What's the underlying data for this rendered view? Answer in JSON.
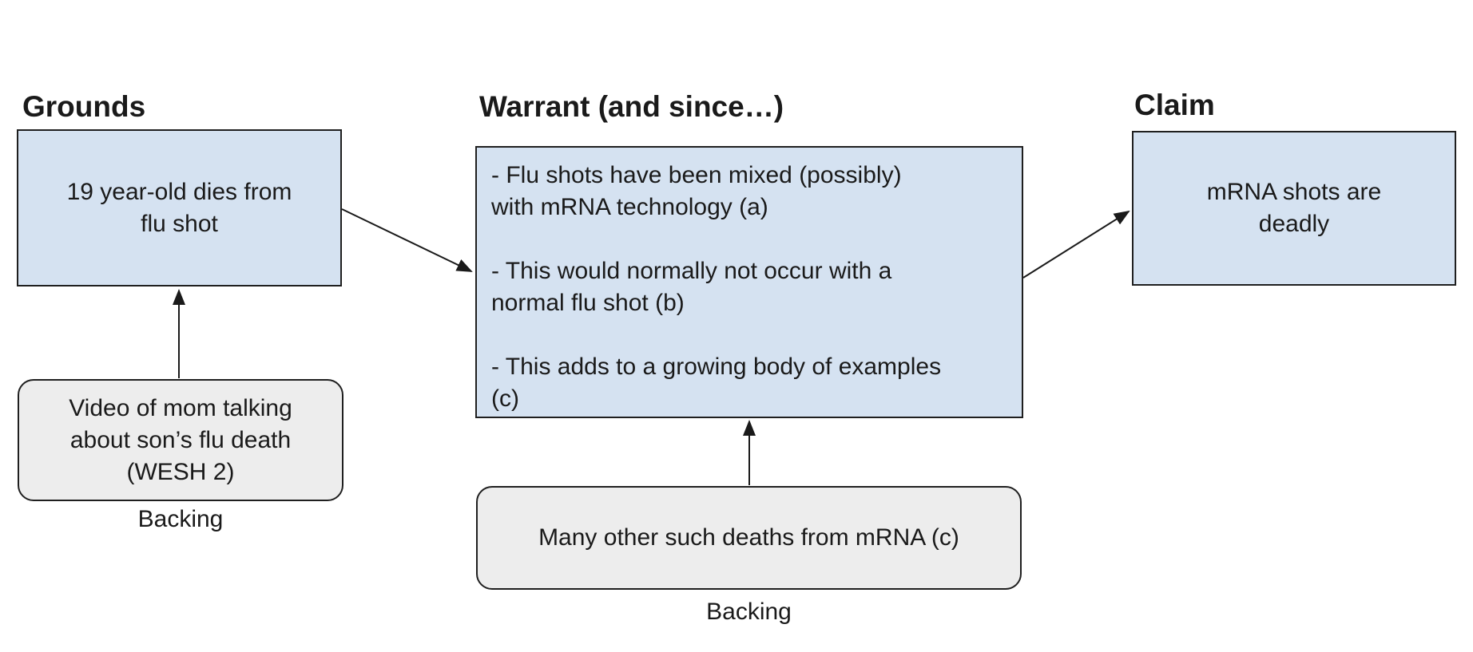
{
  "diagram": {
    "grounds": {
      "label": "Grounds",
      "text": "19 year-old dies from\nflu shot"
    },
    "warrant": {
      "label": "Warrant (and since…)",
      "text": "- Flu shots have been mixed (possibly)\nwith mRNA technology (a)\n\n- This would normally not occur with a\nnormal flu shot (b)\n\n- This adds to a growing body of examples\n(c)"
    },
    "claim": {
      "label": "Claim",
      "text": "mRNA shots are\ndeadly"
    },
    "backing_grounds": {
      "text": "Video of mom talking\nabout son’s flu death\n(WESH 2)",
      "caption": "Backing"
    },
    "backing_warrant": {
      "text": "Many other such deaths from mRNA (c)",
      "caption": "Backing"
    }
  },
  "colors": {
    "background": "#ffffff",
    "box_fill": "#d5e2f1",
    "box_border": "#1f1f1f",
    "backing_fill": "#ededed",
    "backing_border": "#1f1f1f",
    "text": "#1a1a1a",
    "arrow": "#1a1a1a"
  }
}
